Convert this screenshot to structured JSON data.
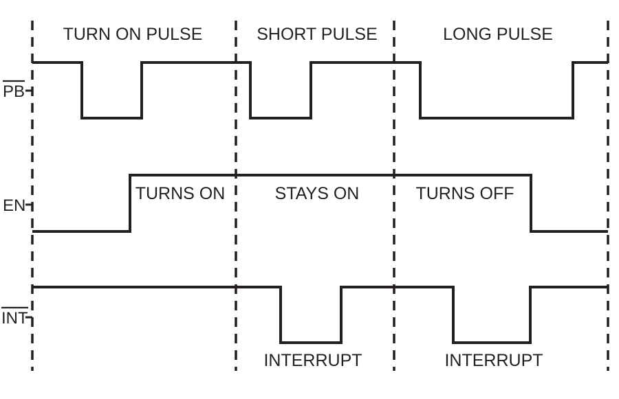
{
  "phases": [
    {
      "label": "TURN ON PULSE"
    },
    {
      "label": "SHORT PULSE"
    },
    {
      "label": "LONG PULSE"
    }
  ],
  "signals": {
    "pb": {
      "label": "PB",
      "overbar": true
    },
    "en": {
      "label": "EN",
      "overbar": false
    },
    "int": {
      "label": "INT",
      "overbar": true
    }
  },
  "annotations": {
    "turns_on": "TURNS ON",
    "stays_on": "STAYS ON",
    "turns_off": "TURNS OFF",
    "interrupt_1": "INTERRUPT",
    "interrupt_2": "INTERRUPT"
  }
}
